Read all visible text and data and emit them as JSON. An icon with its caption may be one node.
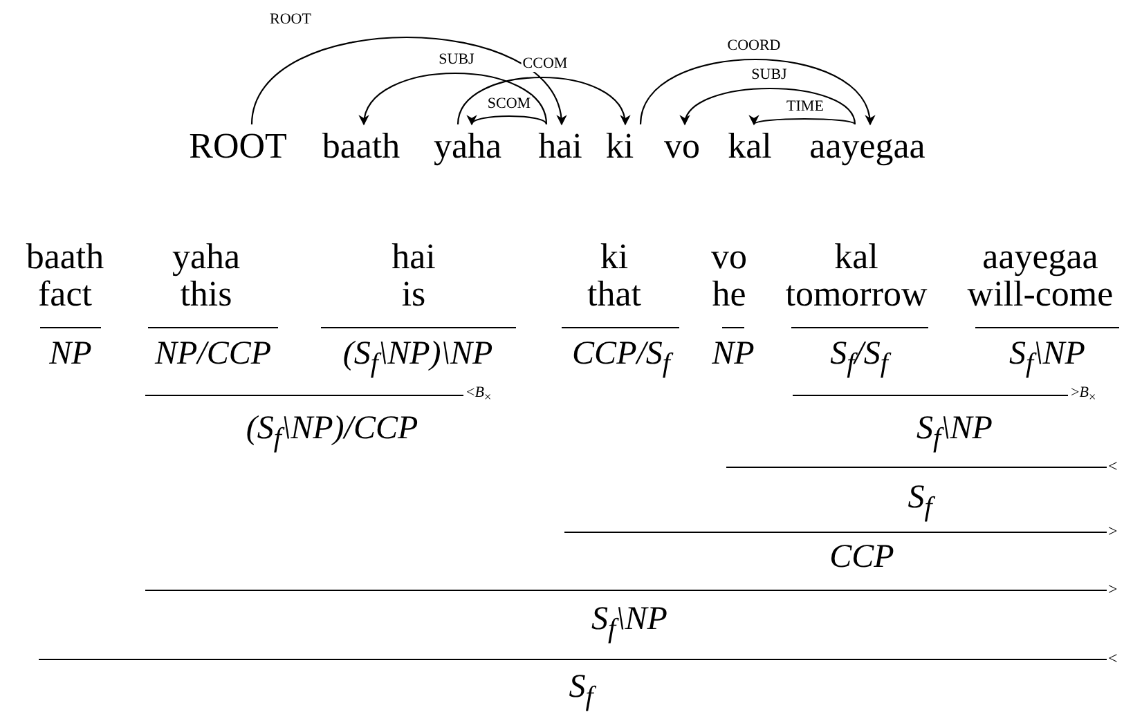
{
  "diagram": {
    "nodes": [
      {
        "text": [
          "ROOT"
        ]
      },
      {
        "text": [
          "baath"
        ]
      },
      {
        "text": [
          "yaha"
        ]
      },
      {
        "text": [
          "hai"
        ]
      },
      {
        "text": [
          "ki"
        ]
      },
      {
        "text": [
          "vo"
        ]
      },
      {
        "text": [
          "kal"
        ]
      },
      {
        "text": [
          "aayegaa"
        ]
      }
    ],
    "edges": [
      {
        "from": 0,
        "to": 3,
        "arrow": "to",
        "label": "ROOT"
      },
      {
        "from": 3,
        "to": 1,
        "arrow": "to",
        "label": "SUBJ"
      },
      {
        "from": 2,
        "to": 4,
        "arrow": "to",
        "label": "CCOM"
      },
      {
        "from": 3,
        "to": 2,
        "arrow": "to",
        "label": "SCOM"
      },
      {
        "from": 4,
        "to": 7,
        "arrow": "to",
        "label": "COORD"
      },
      {
        "from": 7,
        "to": 5,
        "arrow": "to",
        "label": "SUBJ"
      },
      {
        "from": 7,
        "to": 6,
        "arrow": "to",
        "label": "TIME"
      }
    ],
    "labels": [
      "baath",
      "yaha",
      "hai",
      "ki",
      "vo",
      "kal",
      "aayegaa",
      "fact",
      "this",
      "is",
      "that",
      "he",
      "tomorrow",
      "will-come",
      "NP",
      "NP/CCP",
      "(S$_{f}$\\NP)\\NP",
      "CCP/S$_{f}$",
      "NP",
      "S$_{f}$/S$_{f}$",
      "S$_{f}$\\NP",
      "<*B*$_{×}$",
      ">*B*$_{×}$",
      "(S$_{f}$\\NP)/CCP",
      "S$_{f}$\\NP",
      "<",
      "S$_{f}$",
      ">",
      "CCP",
      ">",
      "S$_{f}$\\NP",
      "<",
      "S$_{f}$"
    ]
  }
}
